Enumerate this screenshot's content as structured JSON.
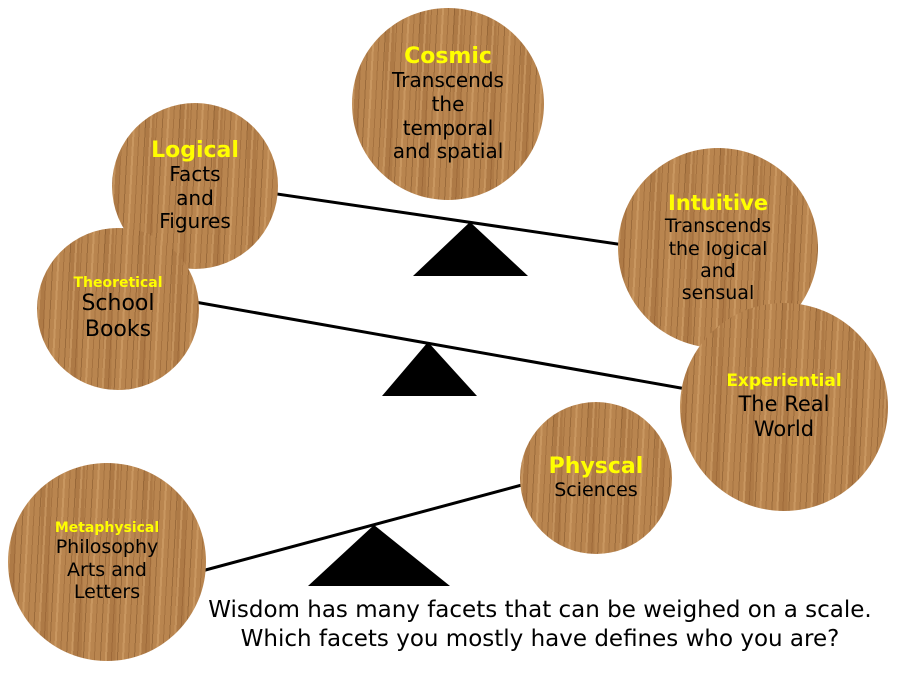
{
  "caption": {
    "line1": "Wisdom has many facets that can be weighed on a scale.",
    "line2": "Which facets you mostly have defines who you are?"
  },
  "colors": {
    "title_text": "#ffff00",
    "body_text": "#000000",
    "wood_base": "#b9854f",
    "wood_dark_streak": "#5c3412",
    "beam_and_fulcrum": "#000000",
    "background": "#ffffff"
  },
  "icons": {
    "fulcrum": "black-triangle",
    "beam": "black-line"
  },
  "circles": [
    {
      "id": "cosmic",
      "title": "Cosmic",
      "body": "Transcends\nthe\ntemporal\nand spatial"
    },
    {
      "id": "logical",
      "title": "Logical",
      "body": "Facts\nand\nFigures"
    },
    {
      "id": "intuitive",
      "title": "Intuitive",
      "body": "Transcends\nthe logical\nand\nsensual"
    },
    {
      "id": "theoretical",
      "title": "Theoretical",
      "body": "School\nBooks"
    },
    {
      "id": "experiential",
      "title": "Experiential",
      "body": "The Real\nWorld"
    },
    {
      "id": "physcal",
      "title": "Physcal",
      "body": "Sciences"
    },
    {
      "id": "metaphysical",
      "title": "Metaphysical",
      "body": "Philosophy\nArts and\nLetters"
    }
  ]
}
